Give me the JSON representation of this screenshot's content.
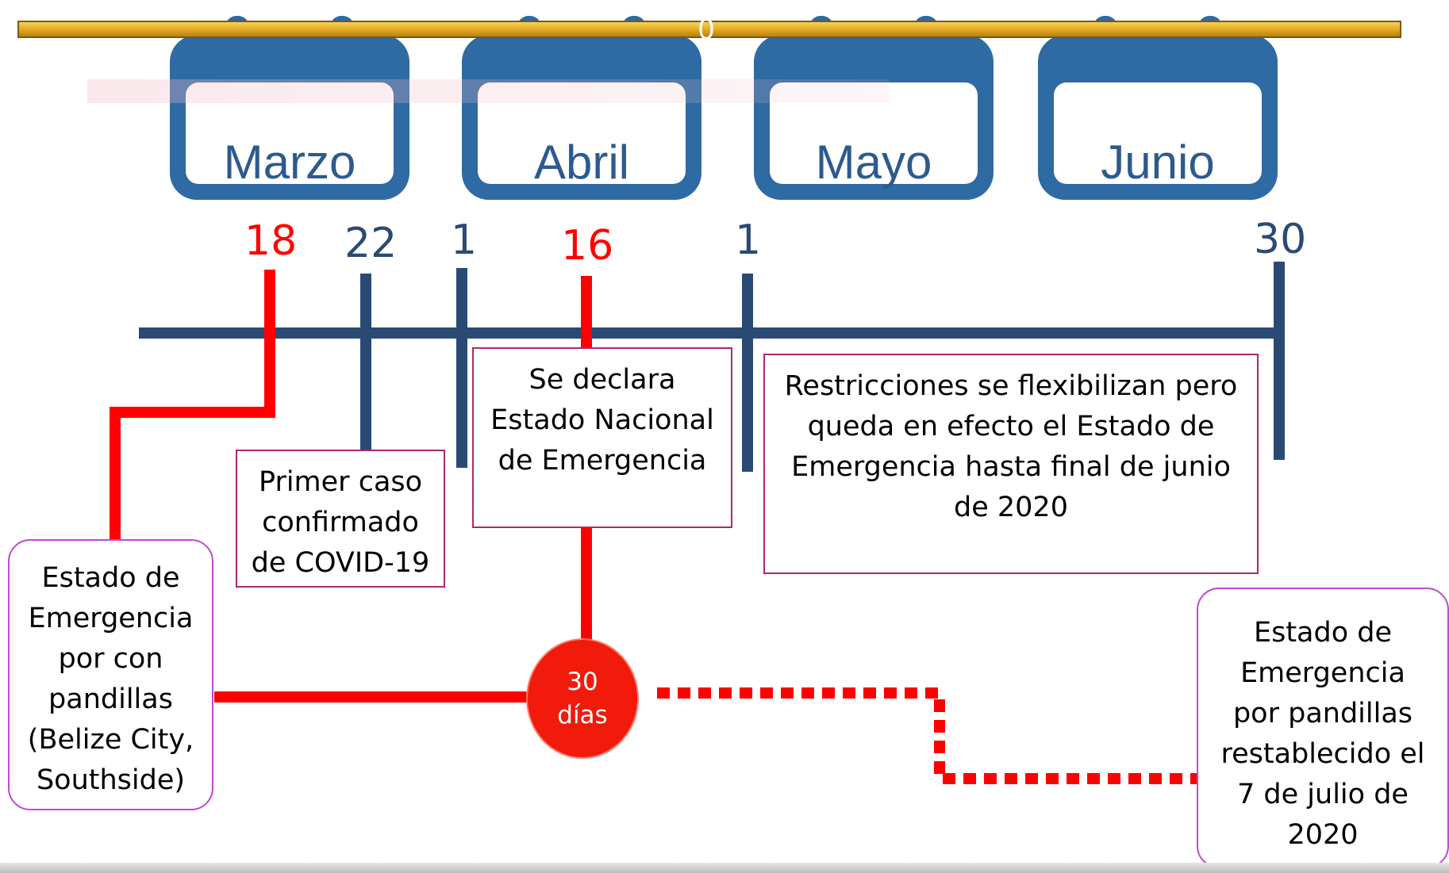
{
  "top_bar": {
    "label": "0"
  },
  "calendar": {
    "months": [
      "Marzo",
      "Abril",
      "Mayo",
      "Junio"
    ]
  },
  "dates": {
    "mar18": "18",
    "mar22": "22",
    "apr1": "1",
    "apr16": "16",
    "may1": "1",
    "jun30": "30"
  },
  "events": {
    "gang_emergency": "Estado de\nEmergencia\npor con\npandillas\n(Belize City,\nSouthside)",
    "first_case": "Primer caso\nconfirmado\nde COVID-19",
    "national_emergency": "Se declara\nEstado Nacional\nde Emergencia",
    "restrictions": "Restricciones se flexibilizan pero\nqueda en efecto el Estado de\nEmergencia hasta final de junio\nde 2020",
    "reinstated": "Estado de\nEmergencia\npor pandillas\nrestablecido el\n7 de julio de\n2020"
  },
  "duration": {
    "label": "30\ndías"
  },
  "colors": {
    "navy": "#2a4a74",
    "calendar_blue": "#2e6aa3",
    "red": "#ff0000",
    "box_border": "#b0286a",
    "round_border": "#c04ad0"
  }
}
